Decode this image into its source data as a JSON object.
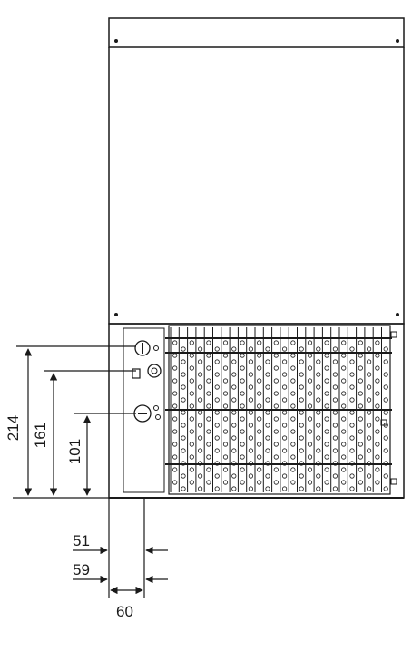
{
  "dimensions": {
    "vertical": [
      {
        "name": "214",
        "value": "214"
      },
      {
        "name": "161",
        "value": "161"
      },
      {
        "name": "101",
        "value": "101"
      }
    ],
    "horizontal": [
      {
        "name": "51",
        "value": "51"
      },
      {
        "name": "59",
        "value": "59"
      },
      {
        "name": "60",
        "value": "60"
      }
    ]
  },
  "colors": {
    "line": "#1a1a1a",
    "background": "#ffffff"
  }
}
